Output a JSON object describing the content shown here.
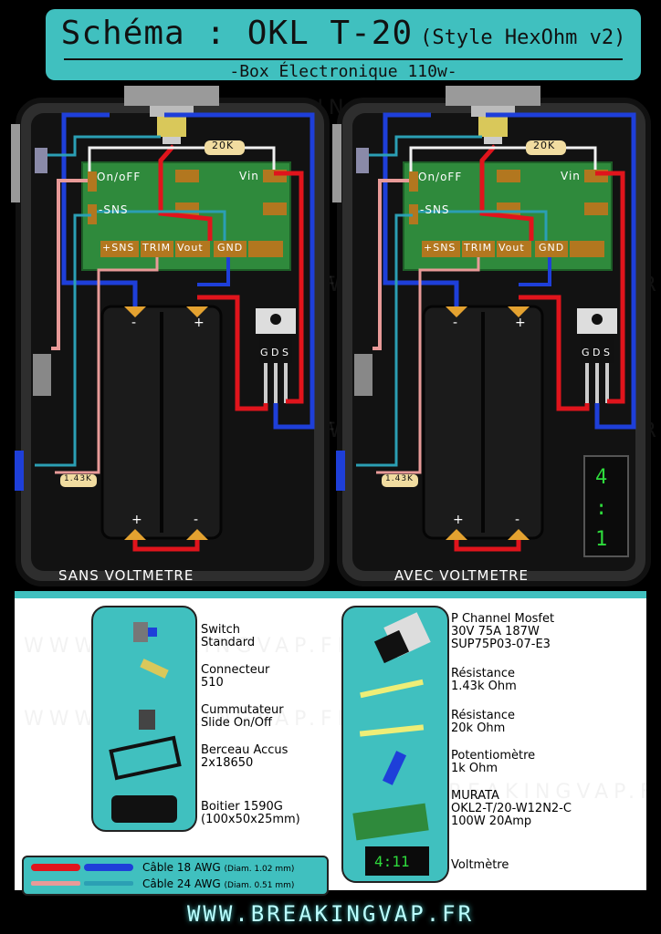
{
  "header": {
    "title": "Schéma : OKL T-20",
    "style_note": "(Style HexOhm v2)",
    "subtitle": "-Box Électronique 110w-"
  },
  "watermark": "WWW.BREAKINGVAP.FR",
  "diagrams": [
    {
      "caption": "SANS VOLTMETRE",
      "resistor_20k": "20K",
      "resistor_143k": "1.43K",
      "board_pins": {
        "onoff": "On/oFF",
        "vin": "Vin",
        "sns_minus": "-SNS",
        "sns_plus": "+SNS",
        "trim": "TRIM",
        "vout": "Vout",
        "gnd": "GND"
      },
      "battery_top": [
        "-",
        "+"
      ],
      "battery_bottom": [
        "+",
        "-"
      ],
      "mosfet_pins": [
        "G",
        "D",
        "S"
      ]
    },
    {
      "caption": "AVEC VOLTMETRE",
      "resistor_20k": "20K",
      "resistor_143k": "1.43K",
      "board_pins": {
        "onoff": "On/oFF",
        "vin": "Vin",
        "sns_minus": "-SNS",
        "sns_plus": "+SNS",
        "trim": "TRIM",
        "vout": "Vout",
        "gnd": "GND"
      },
      "battery_top": [
        "-",
        "+"
      ],
      "battery_bottom": [
        "+",
        "-"
      ],
      "mosfet_pins": [
        "G",
        "D",
        "S"
      ]
    }
  ],
  "legend_left": [
    {
      "line1": "Switch",
      "line2": "Standard"
    },
    {
      "line1": "Connecteur",
      "line2": "510"
    },
    {
      "line1": "Cummutateur",
      "line2": "Slide On/Off"
    },
    {
      "line1": "Berceau Accus",
      "line2": "2x18650"
    },
    {
      "line1": "Boitier 1590G",
      "line2": "(100x50x25mm)"
    }
  ],
  "legend_right": [
    {
      "line1": "P Channel Mosfet",
      "line2": "30V 75A 187W",
      "line3": "SUP75P03-07-E3"
    },
    {
      "line1": "Résistance",
      "line2": "1.43k Ohm"
    },
    {
      "line1": "Résistance",
      "line2": "20k Ohm"
    },
    {
      "line1": "Potentiomètre",
      "line2": "1k Ohm"
    },
    {
      "line1": "MURATA",
      "line2": "OKL2-T/20-W12N2-C",
      "line3": "100W 20Amp"
    },
    {
      "line1": "Voltmètre"
    }
  ],
  "cables": [
    {
      "label": "Câble 18 AWG",
      "note": "(Diam. 1.02 mm)"
    },
    {
      "label": "Câble 24 AWG",
      "note": "(Diam. 0.51 mm)"
    }
  ],
  "footer": "WWW.BREAKINGVAP.FR",
  "colors": {
    "accent": "#40c0bf",
    "board_green": "#2f8a3c",
    "pad_brown": "#b2771f",
    "wire_red": "#e0141c",
    "wire_blue": "#1e3fd9",
    "wire_pink": "#e89a98",
    "wire_teal": "#2b9fb4",
    "battery_gold": "#e4a230"
  }
}
